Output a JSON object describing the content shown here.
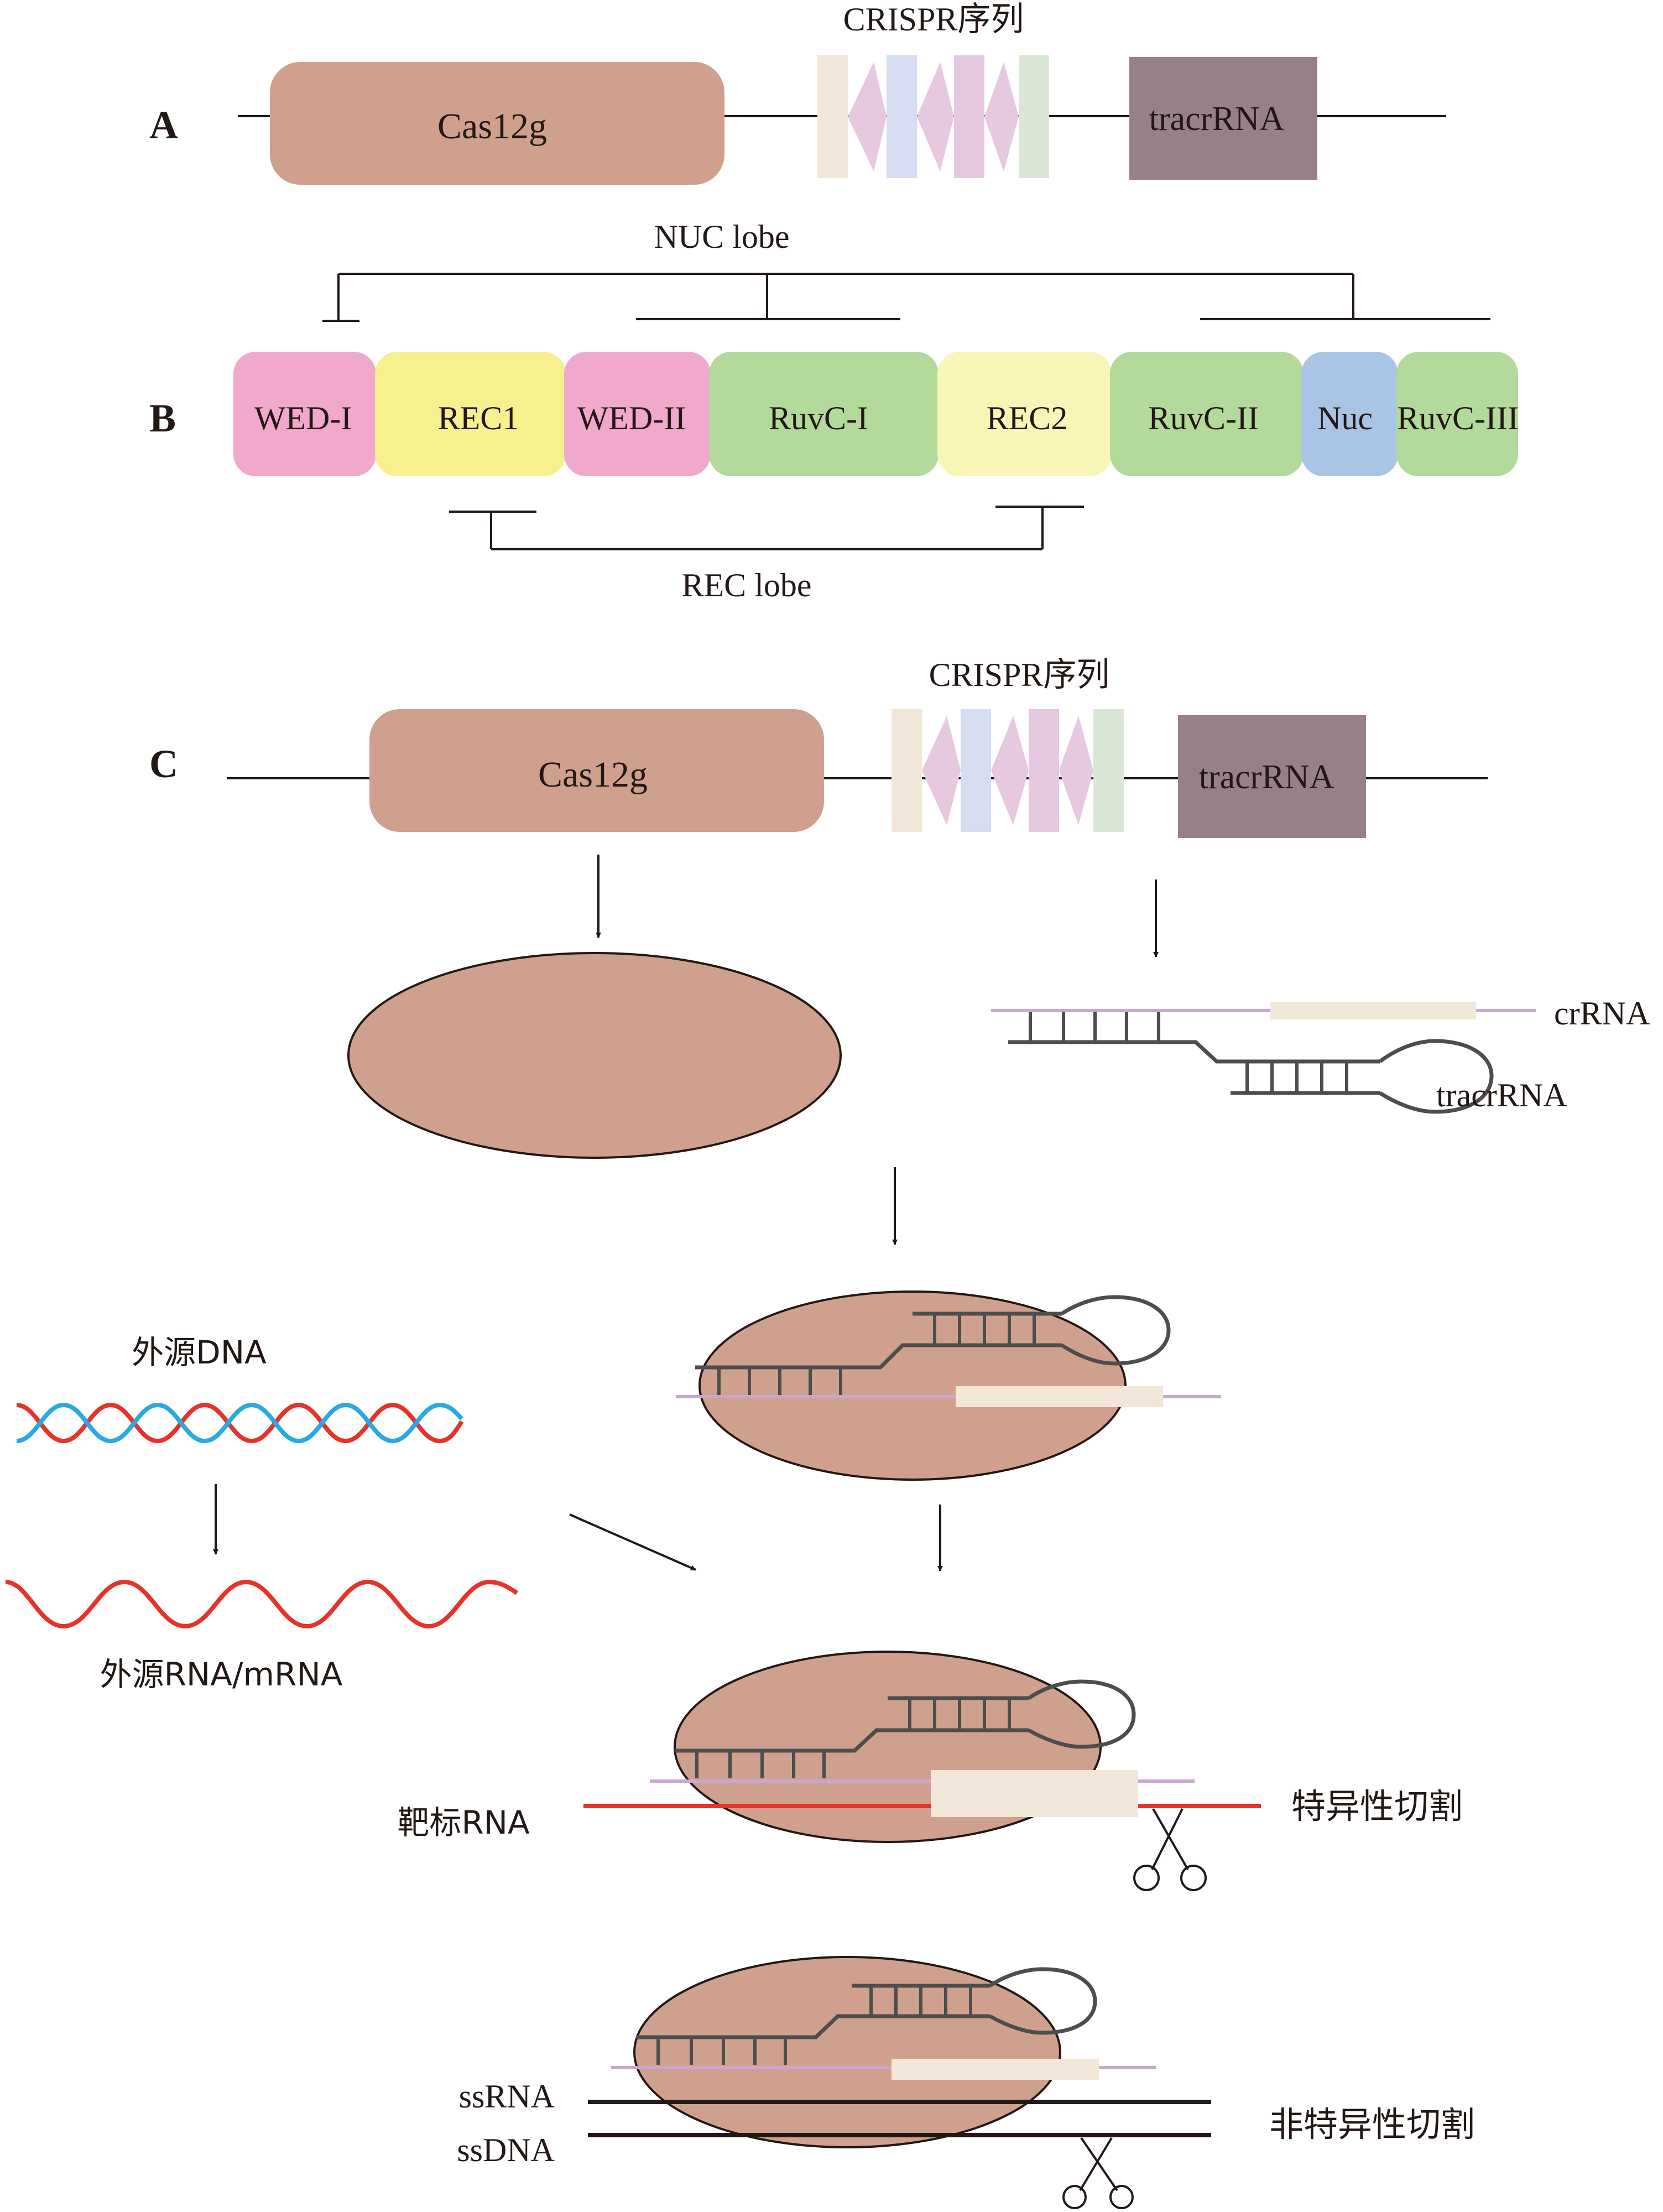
{
  "panel_a": {
    "label": "A",
    "gene_label": "Cas12g",
    "array_label": "CRISPR序列",
    "tracr_label": "tracrRNA"
  },
  "panel_b": {
    "label": "B",
    "nuc_lobe_label": "NUC lobe",
    "rec_lobe_label": "REC lobe",
    "domains": [
      {
        "name": "WED-I",
        "color": "#f0a9cd"
      },
      {
        "name": "REC1",
        "color": "#f6f08e"
      },
      {
        "name": "WED-II",
        "color": "#f0a9cd"
      },
      {
        "name": "RuvC-I",
        "color": "#b3d99b"
      },
      {
        "name": "REC2",
        "color": "#f9f5b7"
      },
      {
        "name": "RuvC-II",
        "color": "#b3d99b"
      },
      {
        "name": "Nuc",
        "color": "#a9c4e4"
      },
      {
        "name": "RuvC-III",
        "color": "#b3d99b"
      }
    ]
  },
  "panel_c": {
    "label": "C",
    "gene_label": "Cas12g",
    "array_label": "CRISPR序列",
    "tracr_label": "tracrRNA",
    "crrna_label": "crRNA",
    "tracrrna_label": "tracrRNA",
    "foreign_dna_label": "外源DNA",
    "foreign_rna_label": "外源RNA/mRNA",
    "target_rna_label": "靶标RNA",
    "specific_cleavage_label": "特异性切割",
    "ssrna_label": "ssRNA",
    "ssdna_label": "ssDNA",
    "nonspecific_cleavage_label": "非特异性切割"
  },
  "colors": {
    "protein": "#cfa08d",
    "tracr_box": "#978089",
    "spacer_beige": "#f2e6d8",
    "repeat_pink": "#e6c8e0",
    "spacer_blue": "#d6dcf2",
    "spacer_green": "#d9e6d6",
    "crrna_purple": "#c8a8cf",
    "dna_red": "#e6332a",
    "dna_blue": "#29a9e0",
    "rna_grey": "#4d4d4d"
  }
}
